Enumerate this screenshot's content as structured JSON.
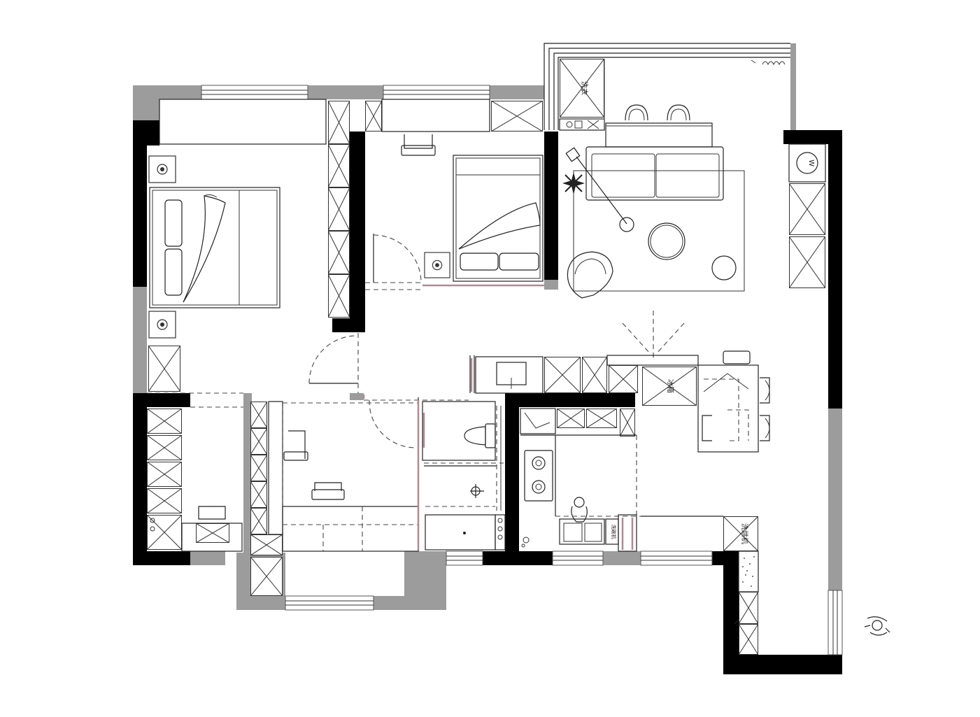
{
  "labels": {
    "fridge": "冰箱",
    "washer": "洗衣",
    "washer_dryer": "洗烘机",
    "dishwasher": "洗碗机",
    "wm_mark": "W"
  },
  "colors": {
    "wall_black": "#000000",
    "wall_grey": "#9c9c9c",
    "door_pink": "#b08a92"
  }
}
